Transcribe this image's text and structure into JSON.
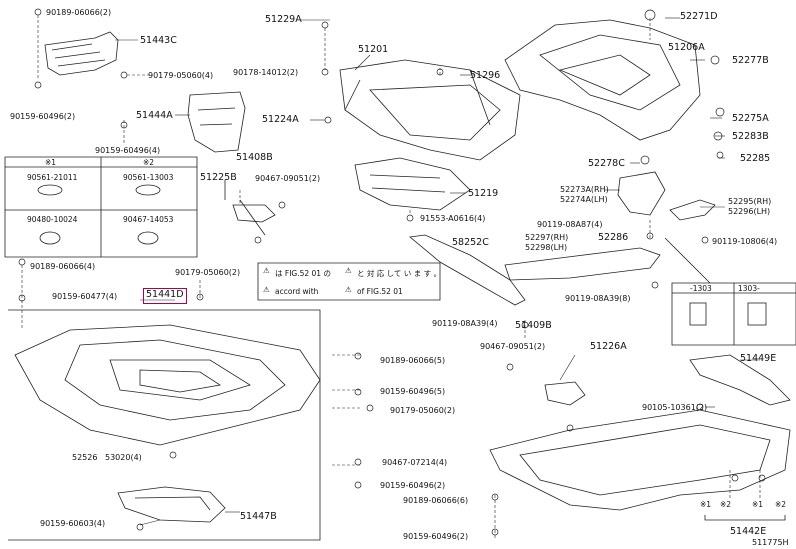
{
  "labels": {
    "p90189_06066_top": "90189-06066(2)",
    "p51443C": "51443C",
    "p90179_05060_4": "90179-05060(4)",
    "p90159_60496_2a": "90159-60496(2)",
    "p51444A": "51444A",
    "p90159_60496_4": "90159-60496(4)",
    "p51229A": "51229A",
    "p51201": "51201",
    "p90178_14012": "90178-14012(2)",
    "p51296": "51296",
    "p51224A": "51224A",
    "p52271D": "52271D",
    "p51206A": "51206A",
    "p52277B": "52277B",
    "p52275A": "52275A",
    "p52283B": "52283B",
    "p52278C": "52278C",
    "p52285": "52285",
    "p52273A": "52273A(RH)",
    "p52274A": "52274A(LH)",
    "p52295": "52295(RH)",
    "p52296": "52296(LH)",
    "p51408B": "51408B",
    "p51225B": "51225B",
    "p90467_09051_2a": "90467-09051(2)",
    "p51219": "51219",
    "p91553": "91553-A0616(4)",
    "p90119_08A87": "90119-08A87(4)",
    "p52286": "52286",
    "p90119_10806": "90119-10806(4)",
    "p52297": "52297(RH)",
    "p52298": "52298(LH)",
    "p58252C": "58252C",
    "p90189_06066_4": "90189-06066(4)",
    "p90159_60477": "90159-60477(4)",
    "p90179_05060_2a": "90179-05060(2)",
    "p51441D": "51441D",
    "p90119_08A39_8": "90119-08A39(8)",
    "p90119_08A39_4": "90119-08A39(4)",
    "p51409B": "51409B",
    "p90467_09051_2b": "90467-09051(2)",
    "p51226A": "51226A",
    "p90189_06066_5": "90189-06066(5)",
    "p90159_60496_5": "90159-60496(5)",
    "p90179_05060_2b": "90179-05060(2)",
    "p52526": "52526",
    "p53020": "53020(4)",
    "p90467_07214": "90467-07214(4)",
    "p90159_60496_2b": "90159-60496(2)",
    "p90189_06066_6": "90189-06066(6)",
    "p90159_60496_2c": "90159-60496(2)",
    "p51447B": "51447B",
    "p90159_60603": "90159-60603(4)",
    "p51449E": "51449E",
    "p90105_10361": "90105-10361(2)",
    "p51442E": "51442E",
    "diagram_id": "511775H"
  },
  "table": {
    "h1": "※1",
    "h2": "※2",
    "r1c1": "90561-21011",
    "r1c2": "90561-13003",
    "r2c1": "90480-10024",
    "r2c2": "90467-14053"
  },
  "warning": {
    "line1a": "は FIG.52 01 の",
    "line1b": "と 対 応 して い ま す 。",
    "line2a": "accord with",
    "line2b": "of FIG.52 01"
  },
  "inset": {
    "left": "-1303",
    "right": "1303-"
  },
  "marks": {
    "x1": "※1",
    "x2": "※2",
    "x1b": "※1",
    "x2b": "※2"
  }
}
